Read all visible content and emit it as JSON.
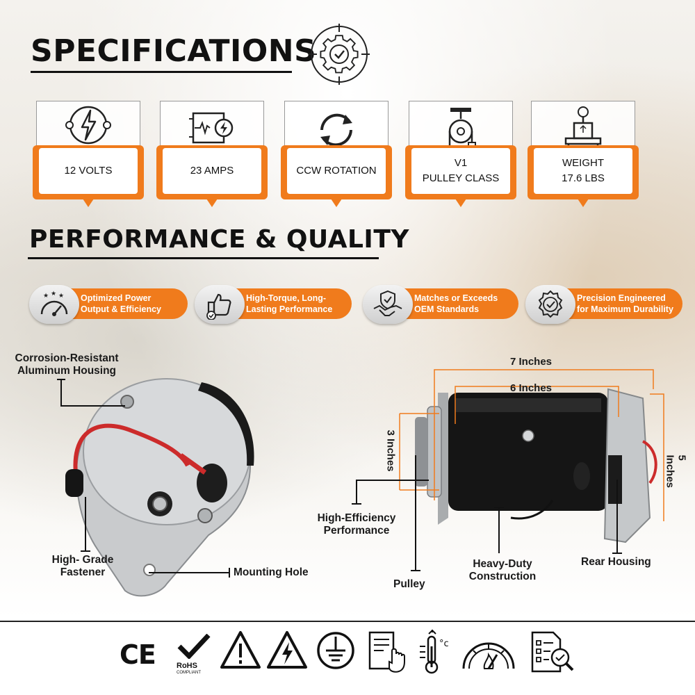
{
  "specifications": {
    "title": "SPECIFICATIONS",
    "icon": "gear-check-icon",
    "cards": [
      {
        "label": "12 VOLTS",
        "icon": "voltage-icon"
      },
      {
        "label": "23 AMPS",
        "icon": "amperage-icon"
      },
      {
        "label": "CCW ROTATION",
        "icon": "rotation-icon"
      },
      {
        "line1": "V1",
        "line2": "PULLEY CLASS",
        "icon": "pulley-icon"
      },
      {
        "line1": "WEIGHT",
        "line2": "17.6 LBS",
        "icon": "scale-icon"
      }
    ]
  },
  "performance": {
    "title": "PERFORMANCE & QUALITY",
    "features": [
      {
        "line1": "Optimized Power",
        "line2": "Output & Efficiency",
        "icon": "speedometer-icon"
      },
      {
        "line1": "High-Torque, Long-",
        "line2": "Lasting Performance",
        "icon": "thumbs-up-icon"
      },
      {
        "line1": "Matches or Exceeds",
        "line2": "OEM Standards",
        "icon": "handshake-shield-icon"
      },
      {
        "line1": "Precision Engineered",
        "line2": "for Maximum Durability",
        "icon": "quality-badge-icon"
      }
    ]
  },
  "callouts": {
    "housing_line1": "Corrosion-Resistant",
    "housing_line2": "Aluminum Housing",
    "fastener_line1": "High- Grade",
    "fastener_line2": "Fastener",
    "mounting_hole": "Mounting Hole",
    "efficiency_line1": "High-Efficiency",
    "efficiency_line2": "Performance",
    "pulley": "Pulley",
    "construction_line1": "Heavy-Duty",
    "construction_line2": "Construction",
    "rear_housing": "Rear Housing"
  },
  "dimensions": {
    "length_overall": "7 Inches",
    "length_body": "6 Inches",
    "height": "3 Inches",
    "diameter": "5 Inches"
  },
  "certifications": [
    "ce-mark-icon",
    "rohs-compliant-icon",
    "warning-icon",
    "high-voltage-icon",
    "ground-icon",
    "manual-icon",
    "temperature-icon",
    "gauge-icon",
    "inspection-report-icon"
  ],
  "rohs": {
    "line1": "RoHS",
    "line2": "COMPLIANT"
  },
  "ce": "CE",
  "colors": {
    "accent": "#f07b1c",
    "text": "#111111"
  }
}
